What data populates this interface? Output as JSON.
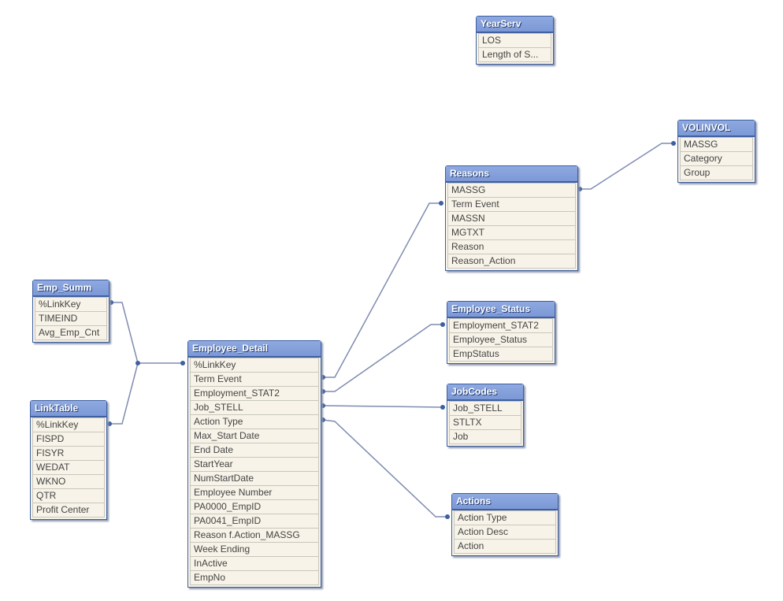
{
  "colors": {
    "header": "#7c98d6",
    "border": "#3e5fa0",
    "body": "#f7f3e8",
    "link": "#7f8cb0"
  },
  "tables": [
    {
      "id": "yearserv",
      "name": "YearServ",
      "fields": [
        "LOS",
        "Length of S..."
      ]
    },
    {
      "id": "volinvol",
      "name": "VOLINVOL",
      "fields": [
        "MASSG",
        "Category",
        "Group"
      ]
    },
    {
      "id": "reasons",
      "name": "Reasons",
      "fields": [
        "MASSG",
        "Term Event",
        "MASSN",
        "MGTXT",
        "Reason",
        "Reason_Action"
      ]
    },
    {
      "id": "emp-summ",
      "name": "Emp_Summ",
      "fields": [
        "%LinkKey",
        "TIMEIND",
        "Avg_Emp_Cnt"
      ]
    },
    {
      "id": "employee-status",
      "name": "Employee_Status",
      "fields": [
        "Employment_STAT2",
        "Employee_Status",
        "EmpStatus"
      ]
    },
    {
      "id": "employee-detail",
      "name": "Employee_Detail",
      "fields": [
        "%LinkKey",
        "Term Event",
        "Employment_STAT2",
        "Job_STELL",
        "Action Type",
        "Max_Start Date",
        "End Date",
        "StartYear",
        "NumStartDate",
        "Employee Number",
        "PA0000_EmpID",
        "PA0041_EmpID",
        "Reason f.Action_MASSG",
        "Week Ending",
        "InActive",
        "EmpNo"
      ]
    },
    {
      "id": "jobcodes",
      "name": "JobCodes",
      "fields": [
        "Job_STELL",
        "STLTX",
        "Job"
      ]
    },
    {
      "id": "linktable",
      "name": "LinkTable",
      "fields": [
        "%LinkKey",
        "FISPD",
        "FISYR",
        "WEDAT",
        "WKNO",
        "QTR",
        "Profit Center"
      ]
    },
    {
      "id": "actions",
      "name": "Actions",
      "fields": [
        "Action Type",
        "Action Desc",
        "Action"
      ]
    }
  ]
}
